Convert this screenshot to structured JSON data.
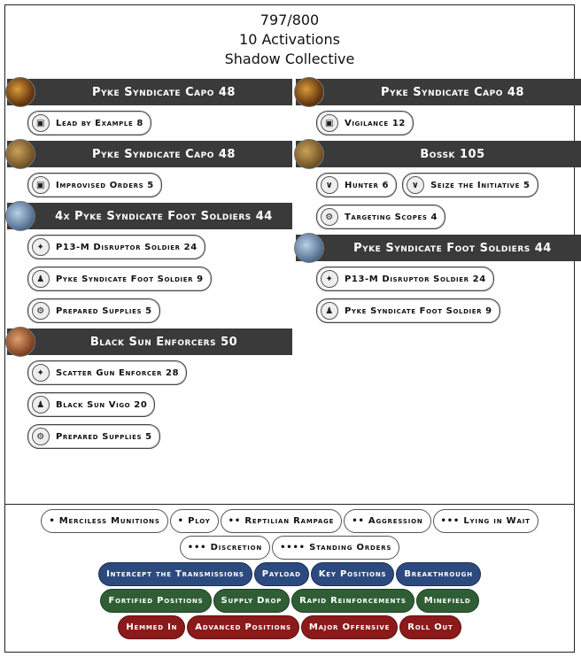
{
  "header": {
    "points": "797/800",
    "activations": "10 Activations",
    "faction": "Shadow Collective"
  },
  "colors": {
    "unit_bar": "#3a3a3a",
    "objective": "#2d4a7e",
    "deployment": "#2f5e35",
    "condition": "#8b1a1a"
  },
  "left_units": [
    {
      "name": "Pyke Syndicate Capo 48",
      "upgrades": [
        [
          {
            "icon": "command-icon",
            "label": "Lead by Example 8"
          }
        ]
      ]
    },
    {
      "name": "Pyke Syndicate Capo 48",
      "upgrades": [
        [
          {
            "icon": "command-icon",
            "label": "Improvised Orders 5"
          }
        ]
      ]
    },
    {
      "name": "4x Pyke Syndicate Foot Soldiers 44",
      "upgrades": [
        [
          {
            "icon": "heavy-weapon-icon",
            "label": "P13-M Disruptor Soldier 24"
          }
        ],
        [
          {
            "icon": "personnel-icon",
            "label": "Pyke Syndicate Foot Soldier 9"
          }
        ],
        [
          {
            "icon": "gear-icon",
            "label": "Prepared Supplies 5"
          }
        ]
      ]
    },
    {
      "name": "Black Sun Enforcers 50",
      "upgrades": [
        [
          {
            "icon": "heavy-weapon-icon",
            "label": "Scatter Gun Enforcer 28"
          }
        ],
        [
          {
            "icon": "personnel-icon",
            "label": "Black Sun Vigo 20"
          }
        ],
        [
          {
            "icon": "gear-icon",
            "label": "Prepared Supplies 5"
          }
        ]
      ]
    }
  ],
  "right_units": [
    {
      "name": "Pyke Syndicate Capo 48",
      "upgrades": [
        [
          {
            "icon": "command-icon",
            "label": "Vigilance 12"
          }
        ]
      ]
    },
    {
      "name": "Bossk 105",
      "upgrades": [
        [
          {
            "icon": "training-icon",
            "label": "Hunter 6"
          },
          {
            "icon": "training-icon",
            "label": "Seize the Initiative 5"
          }
        ],
        [
          {
            "icon": "gear-icon",
            "label": "Targeting Scopes 4"
          }
        ]
      ]
    },
    {
      "name": "Pyke Syndicate Foot Soldiers 44",
      "upgrades": [
        [
          {
            "icon": "heavy-weapon-icon",
            "label": "P13-M Disruptor Soldier 24"
          }
        ],
        [
          {
            "icon": "personnel-icon",
            "label": "Pyke Syndicate Foot Soldier 9"
          }
        ]
      ]
    }
  ],
  "command_cards": [
    [
      "• Merciless Munitions",
      "• Ploy",
      "•• Reptilian Rampage",
      "•• Aggression",
      "••• Lying in Wait"
    ],
    [
      "••• Discretion",
      "•••• Standing Orders"
    ]
  ],
  "objective_cards": [
    "Intercept the Transmissions",
    "Payload",
    "Key Positions",
    "Breakthrough"
  ],
  "deployment_cards": [
    "Fortified Positions",
    "Supply Drop",
    "Rapid Reinforcements",
    "Minefield"
  ],
  "condition_cards": [
    "Hemmed In",
    "Advanced Positions",
    "Major Offensive",
    "Roll Out"
  ]
}
